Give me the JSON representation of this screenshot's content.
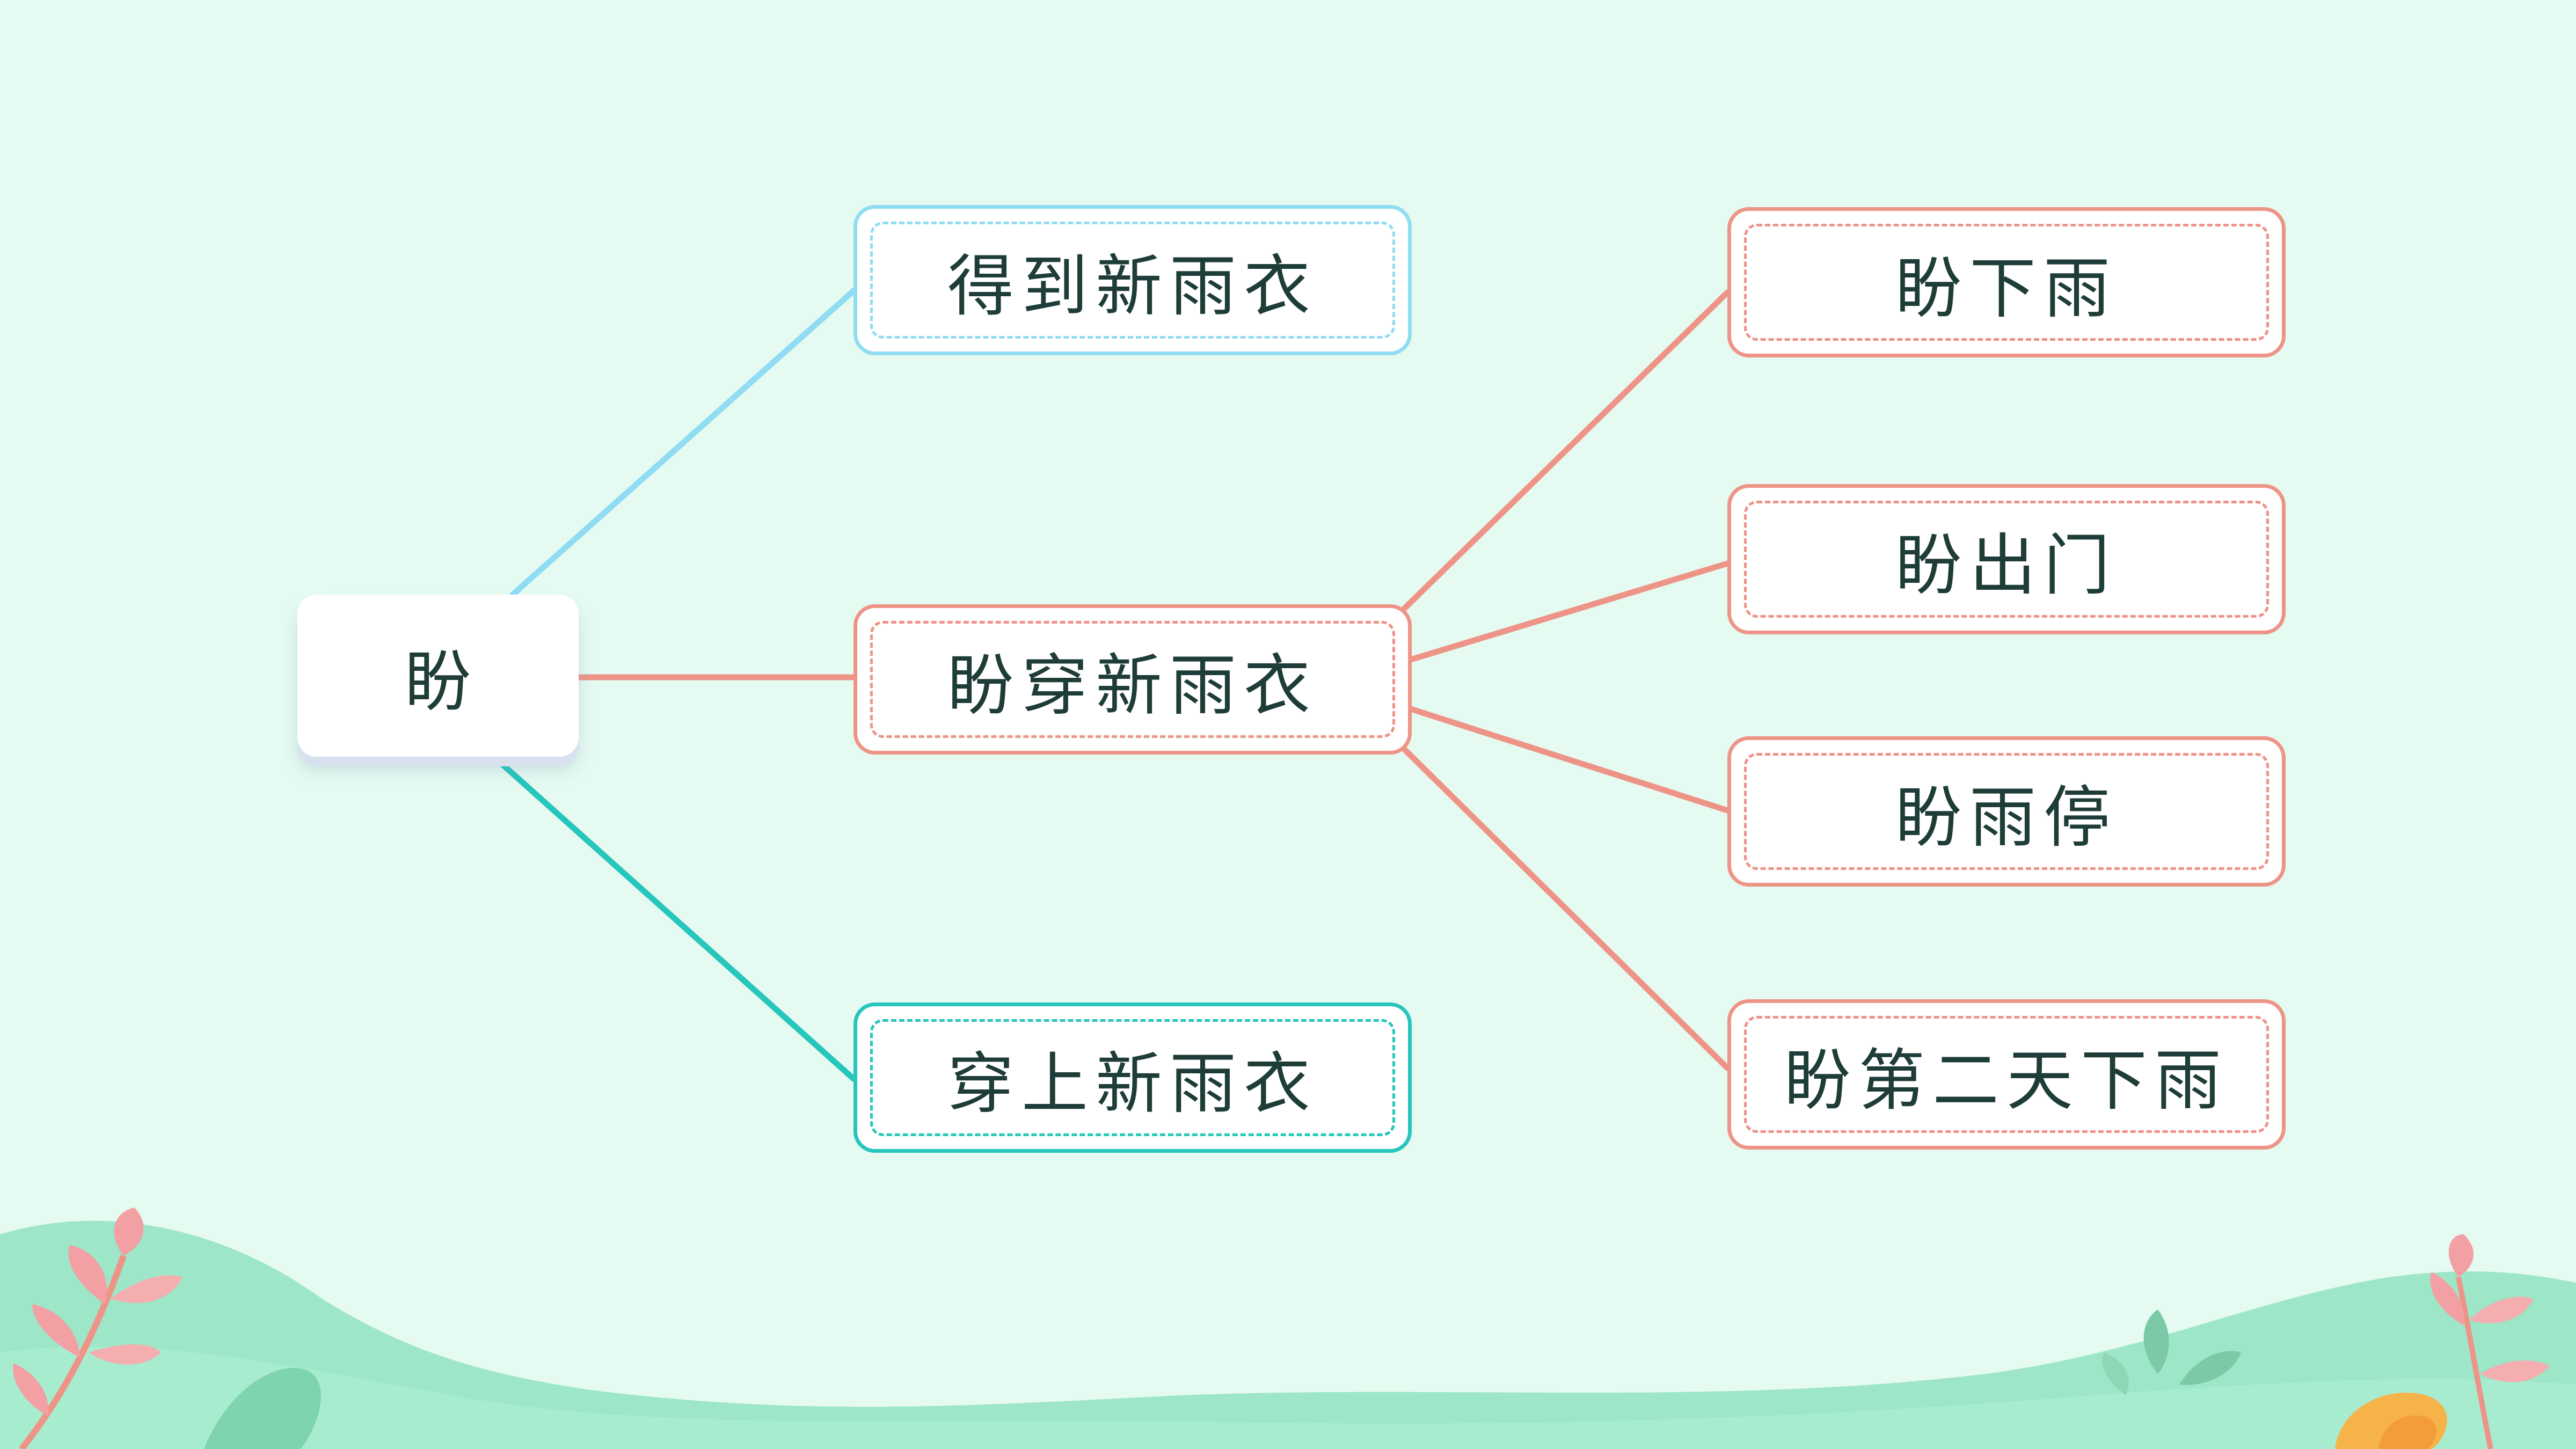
{
  "colors": {
    "background": "#e5faf1",
    "blue": "#8fdcf3",
    "salmon": "#ee9487",
    "teal": "#26c6bd",
    "text": "#1e3d38"
  },
  "diagram": {
    "root": "盼",
    "branches": {
      "top": "得到新雨衣",
      "middle": "盼穿新雨衣",
      "bottom": "穿上新雨衣"
    },
    "sub_branches": [
      "盼下雨",
      "盼出门",
      "盼雨停",
      "盼第二天下雨"
    ]
  }
}
